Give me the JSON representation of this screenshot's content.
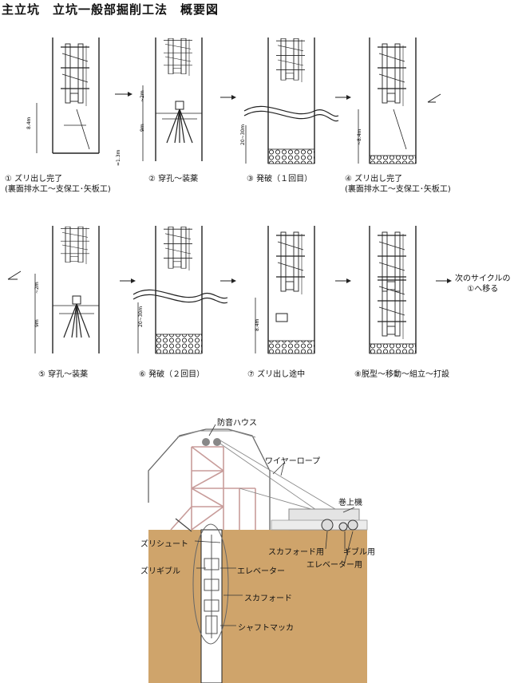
{
  "title": "主立坑　立坑一般部掘削工法　概要図",
  "steps": [
    {
      "line1": "① ズリ出し完了",
      "line2": "(裏面排水工～支保工･矢板工)"
    },
    {
      "line1": "② 穿孔～装薬",
      "line2": ""
    },
    {
      "line1": "③ 発破（１回目）",
      "line2": ""
    },
    {
      "line1": "④ ズリ出し完了",
      "line2": "(裏面排水工～支保工･矢板工)"
    },
    {
      "line1": "⑤ 穿孔～装薬",
      "line2": ""
    },
    {
      "line1": "⑥ 発破（２回目）",
      "line2": ""
    },
    {
      "line1": "⑦ ズリ出し途中",
      "line2": ""
    },
    {
      "line1": "⑧脱型～移動～組立～打設",
      "line2": ""
    }
  ],
  "next_cycle": {
    "line1": "次のサイクルの",
    "line2": "①へ移る"
  },
  "dims": {
    "d1": "8.4m",
    "d2": "=1.3m",
    "d3": "~2m",
    "d4": "9m",
    "d5": "20~30m",
    "d6": "~8.4m",
    "d7": "8.4m"
  },
  "labels": {
    "house": "防音ハウス",
    "wire": "ワイヤーロープ",
    "winch": "巻上機",
    "chute": "ズリシュート",
    "scaffold_use": "スカフォード用",
    "gibble_use": "ギブル用",
    "elevator_use": "エレベーター用",
    "gibble": "ズリギブル",
    "elevator": "エレベーター",
    "scaffold": "スカフォード",
    "mucker": "シャフトマッカ"
  },
  "colors": {
    "ground": "#cfa46b",
    "frame": "#c89c9a",
    "line": "#222222"
  }
}
